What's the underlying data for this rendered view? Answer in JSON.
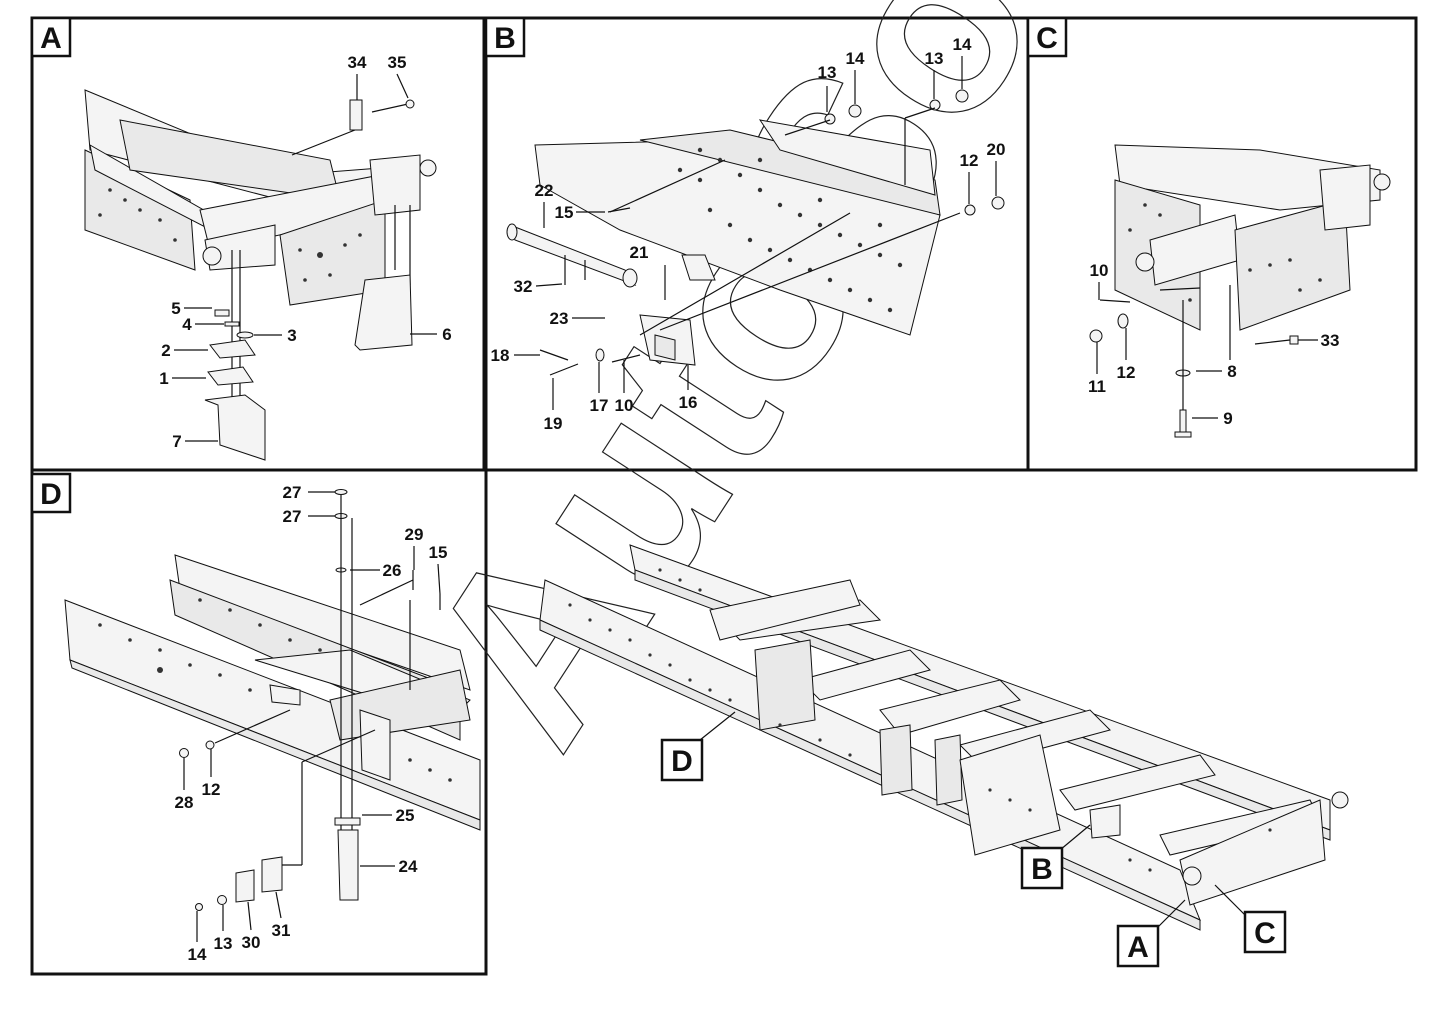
{
  "panels": [
    {
      "key": "A",
      "label": "A"
    },
    {
      "key": "B",
      "label": "B"
    },
    {
      "key": "C",
      "label": "C"
    },
    {
      "key": "D",
      "label": "D"
    }
  ],
  "overview_labels": {
    "A": "A",
    "B": "B",
    "C": "C",
    "D": "D"
  },
  "watermark": "AutoSoft",
  "callouts": {
    "A": [
      "34",
      "35",
      "5",
      "4",
      "3",
      "2",
      "1",
      "6",
      "7"
    ],
    "B": [
      "13",
      "14",
      "13",
      "14",
      "22",
      "15",
      "12",
      "20",
      "21",
      "32",
      "23",
      "18",
      "19",
      "17",
      "10",
      "16"
    ],
    "C": [
      "10",
      "11",
      "12",
      "8",
      "33",
      "9"
    ],
    "D": [
      "27",
      "27",
      "26",
      "29",
      "15",
      "28",
      "12",
      "25",
      "24",
      "14",
      "13",
      "30",
      "31"
    ]
  }
}
